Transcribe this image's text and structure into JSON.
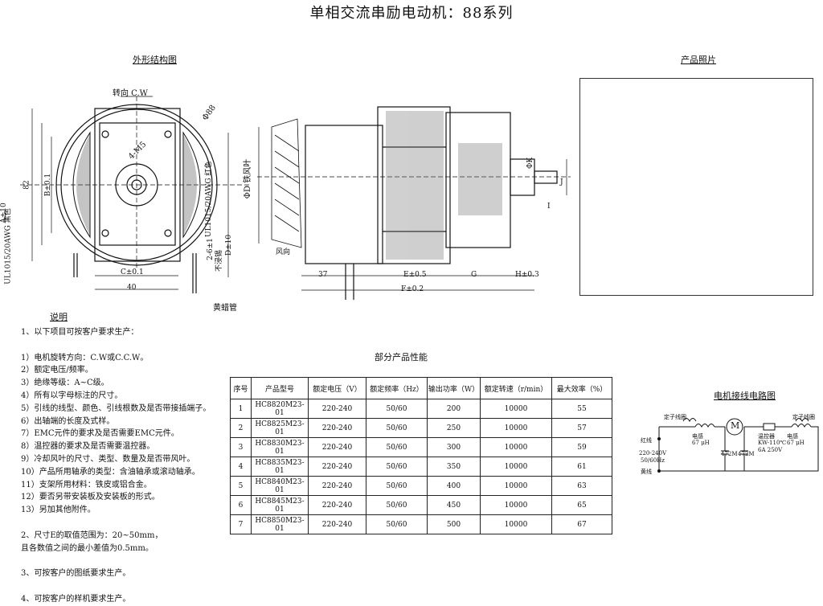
{
  "title": "单相交流串励电动机：88系列",
  "sections": {
    "outline": "外形结构图",
    "photo": "产品照片",
    "notes": "说明",
    "performance": "部分产品性能",
    "wiring": "电机接线电路图"
  },
  "drawing": {
    "rotation": "转向 C.W",
    "dim_phi88": "Φ88",
    "dim_4m5": "4-M5",
    "dim_82": "82",
    "dim_b": "B±0.1",
    "dim_a": "A±10",
    "lead_left": "UL1015/20AWG 黑色",
    "lead_right": "UL1015/20AWG 红色",
    "dim_c": "C±0.1",
    "dim_40": "40",
    "dim_2_6": "2-6±1",
    "not_tinned": "不浸锡",
    "yellow_tube": "黄蜡管",
    "dim_d": "D±10",
    "fan_label": "ΦD 铁风叶",
    "wind_dir": "风向",
    "dim_37": "37",
    "dim_e": "E±0.5",
    "dim_g": "G",
    "dim_h": "H±0.3",
    "dim_f": "F±0.2",
    "dim_phik": "ΦK",
    "dim_j": "J",
    "dim_i": "I"
  },
  "notes": [
    "1、以下项目可按客户要求生产：",
    "",
    "1）电机旋转方向：C.W或C.C.W。",
    "2）额定电压/频率。",
    "3）绝缘等级：A~C级。",
    "4）所有以字母标注的尺寸。",
    "5）引线的线型、颜色、引线根数及是否带接插端子。",
    "6）出轴端的长度及式样。",
    "7）EMC元件的要求及是否需要EMC元件。",
    "8）温控器的要求及是否需要温控器。",
    "9）冷却风叶的尺寸、类型、数量及是否带风叶。",
    "10）产品所用轴承的类型：含油轴承或滚动轴承。",
    "11）支架所用材料：铁皮或铝合金。",
    "12）要否另带安装板及安装板的形式。",
    "13）另加其他附件。",
    "",
    "2、尺寸E的取值范围为：20~50mm，",
    "     且各数值之间的最小差值为0.5mm。",
    "",
    "3、可按客户的图纸要求生产。",
    "",
    "4、可按客户的样机要求生产。"
  ],
  "table": {
    "headers": [
      "序号",
      "产品型号",
      "额定电压（V）",
      "额定频率（Hz）",
      "输出功率（W）",
      "额定转速（r/min）",
      "最大效率（%）"
    ],
    "rows": [
      [
        "1",
        "HC8820M23-01",
        "220-240",
        "50/60",
        "200",
        "10000",
        "55"
      ],
      [
        "2",
        "HC8825M23-01",
        "220-240",
        "50/60",
        "250",
        "10000",
        "57"
      ],
      [
        "3",
        "HC8830M23-01",
        "220-240",
        "50/60",
        "300",
        "10000",
        "59"
      ],
      [
        "4",
        "HC8835M23-01",
        "220-240",
        "50/60",
        "350",
        "10000",
        "61"
      ],
      [
        "5",
        "HC8840M23-01",
        "220-240",
        "50/60",
        "400",
        "10000",
        "63"
      ],
      [
        "6",
        "HC8845M23-01",
        "220-240",
        "50/60",
        "450",
        "10000",
        "65"
      ],
      [
        "7",
        "HC8850M23-01",
        "220-240",
        "50/60",
        "500",
        "10000",
        "67"
      ]
    ]
  },
  "circuit": {
    "coil_left": "定子线圈",
    "coil_right": "定子线圈",
    "ind_left_label": "电感",
    "ind_left_value": "67 μH",
    "ind_right_label": "电感",
    "ind_right_value": "67 μH",
    "motor": "M",
    "red": "红线",
    "supply": "220-240V",
    "freq": "50/60Hz",
    "yellow": "黄线",
    "cap1": "472M",
    "cap2": "472M",
    "thermo": "温控器",
    "thermo_spec1": "KW-110℃",
    "thermo_spec2": "6A 250V"
  }
}
